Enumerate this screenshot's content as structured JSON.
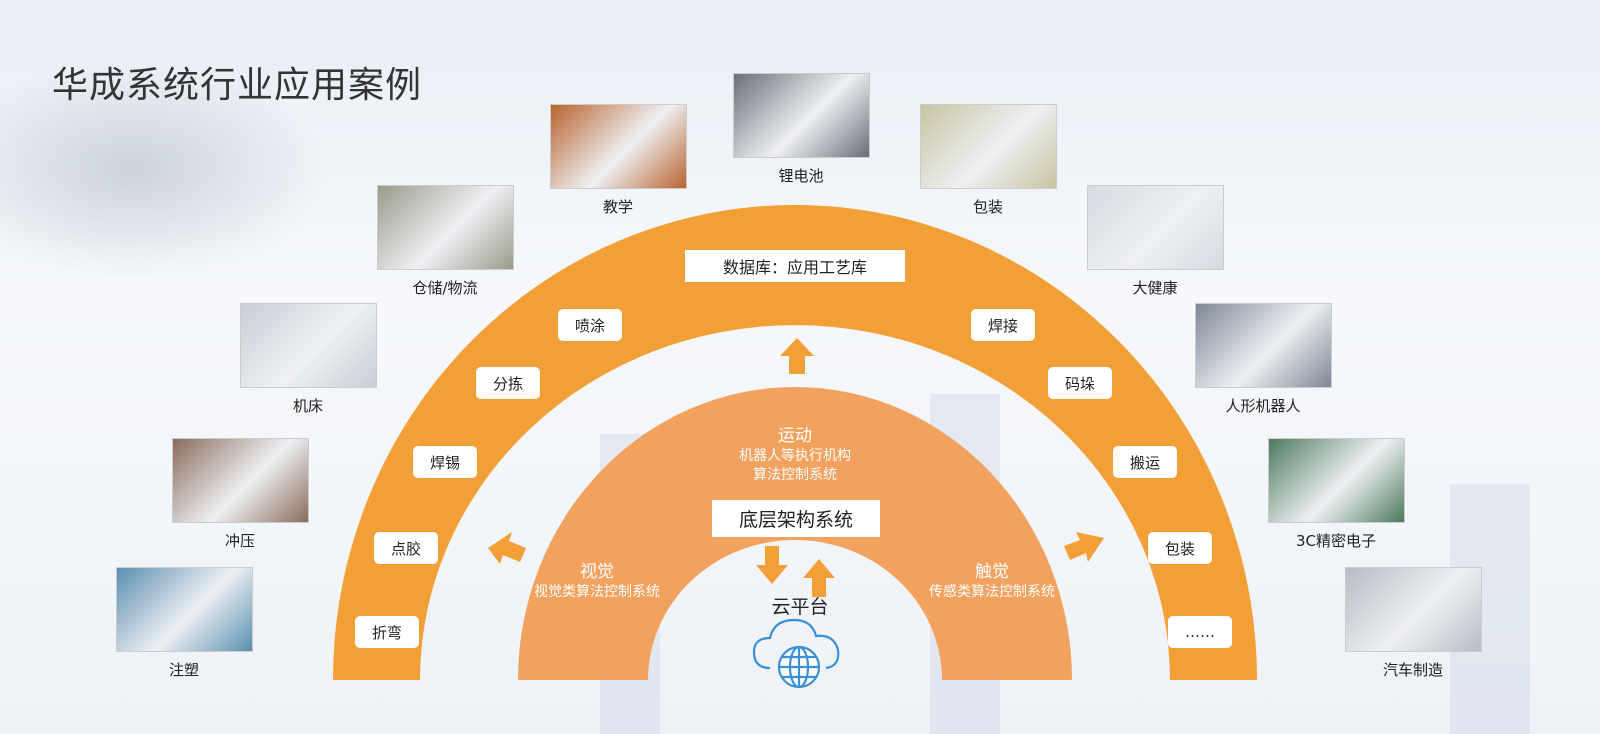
{
  "title": "华成系统行业应用案例",
  "colors": {
    "outer_arch": "#F39F37",
    "inner_arch": "#F2A25E",
    "cloud_icon": "#3B8FD6"
  },
  "cases": [
    {
      "label": "注塑",
      "tone": "#5a8fb0"
    },
    {
      "label": "冲压",
      "tone": "#8b6b5b"
    },
    {
      "label": "机床",
      "tone": "#c9ced6"
    },
    {
      "label": "仓储/物流",
      "tone": "#9a9a8a"
    },
    {
      "label": "教学",
      "tone": "#b9622e"
    },
    {
      "label": "锂电池",
      "tone": "#6a6e78"
    },
    {
      "label": "包装",
      "tone": "#c8c4a0"
    },
    {
      "label": "大健康",
      "tone": "#d6dbe2"
    },
    {
      "label": "人形机器人",
      "tone": "#7d8796"
    },
    {
      "label": "3C精密电子",
      "tone": "#4c7a5c"
    },
    {
      "label": "汽车制造",
      "tone": "#b7bcc4"
    }
  ],
  "outer_arch": {
    "database": "数据库：应用工艺库",
    "left": [
      "折弯",
      "点胶",
      "焊锡",
      "分拣",
      "喷涂"
    ],
    "right": [
      "焊接",
      "码垛",
      "搬运",
      "包装",
      "……"
    ]
  },
  "inner_arch": {
    "motion_title": "运动",
    "motion_line1": "机器人等执行机构",
    "motion_line2": "算法控制系统",
    "vision_title": "视觉",
    "vision_desc": "视觉类算法控制系统",
    "touch_title": "触觉",
    "touch_desc": "传感类算法控制系统",
    "base": "底层架构系统"
  },
  "cloud": {
    "label": "云平台",
    "icon": "cloud-globe-icon"
  }
}
